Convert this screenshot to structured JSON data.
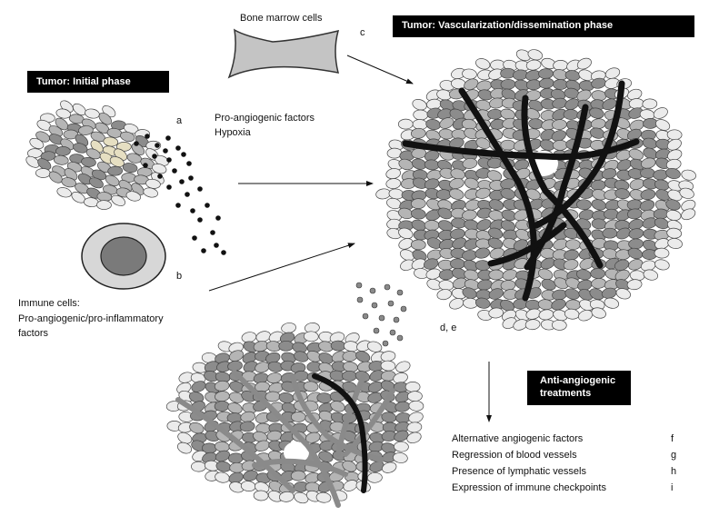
{
  "phase_initial": "Tumor: Initial phase",
  "phase_vascular": "Tumor: Vascularization/dissemination phase",
  "bone_marrow_label": "Bone marrow cells",
  "pro_angiogenic_label": "Pro-angiogenic factors",
  "hypoxia_label": "Hypoxia",
  "immune_cells_label": "Immune cells:",
  "immune_factors_label_1": "Pro-angiogenic/pro-inflammatory",
  "immune_factors_label_2": "factors",
  "anti_angiogenic_label_1": "Anti-angiogenic",
  "anti_angiogenic_label_2": "treatments",
  "letters": {
    "a": "a",
    "b": "b",
    "c": "c",
    "de": "d, e",
    "f": "f",
    "g": "g",
    "h": "h",
    "i": "i"
  },
  "resistance_mechanisms": [
    "Alternative angiogenic factors",
    "Regression of blood vessels",
    "Presence of lymphatic vessels",
    "Expression of immune checkpoints"
  ],
  "colors": {
    "tag_bg": "#000000",
    "cell_dark": "#8c8c8c",
    "cell_mid": "#b5b5b5",
    "cell_light": "#ebebeb",
    "cell_tan": "#e6dfc2",
    "vessel_black": "#111111",
    "vessel_grey": "#8a8a8a"
  }
}
